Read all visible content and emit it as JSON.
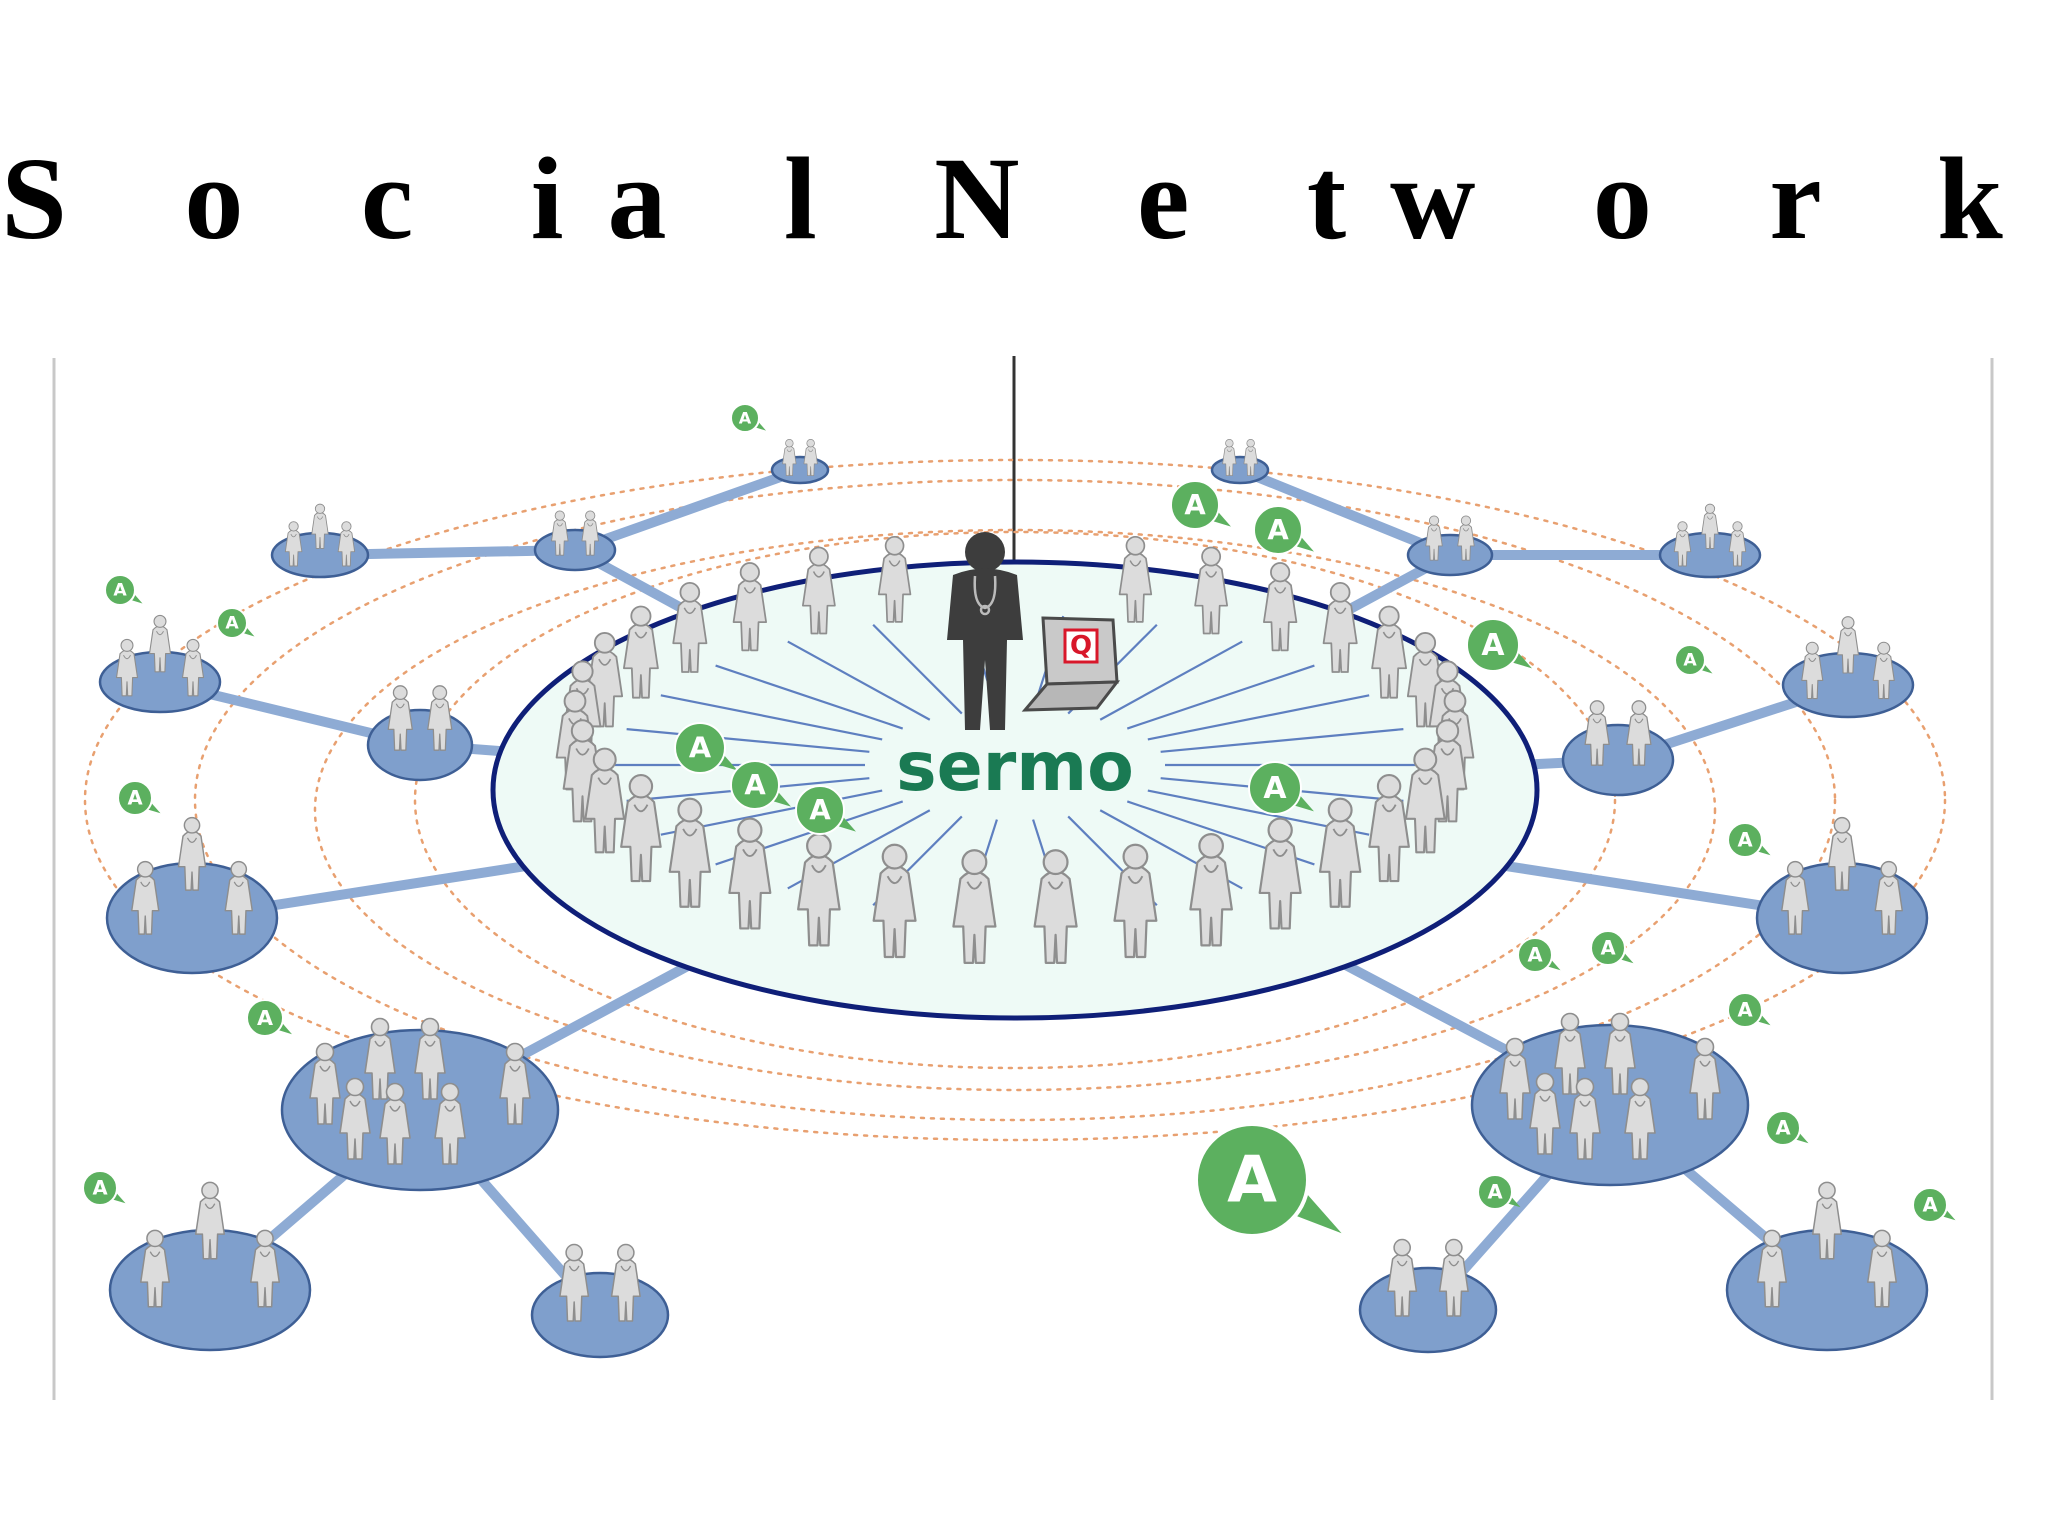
{
  "title": "S o c ia l N e tw o r k",
  "brand": "sermo",
  "laptop_label": "Q",
  "answer_label": "A",
  "icons": [
    "doctor-icon",
    "laptop-icon",
    "answer-bubble-icon"
  ],
  "colors": {
    "hub_fill": "#eefaf6",
    "hub_stroke": "#0f1f78",
    "group_fill": "#7f9fcc",
    "group_stroke": "#3e5f95",
    "connector": "#8eabd4",
    "person": "#dcdcdc",
    "person_stroke": "#8e8e8e",
    "doctor_center": "#3d3d3d",
    "brand_text": "#1a7a53",
    "bubble": "#5cb05f",
    "orbit": "#e8a070",
    "laptop_q": "#d8172a"
  }
}
